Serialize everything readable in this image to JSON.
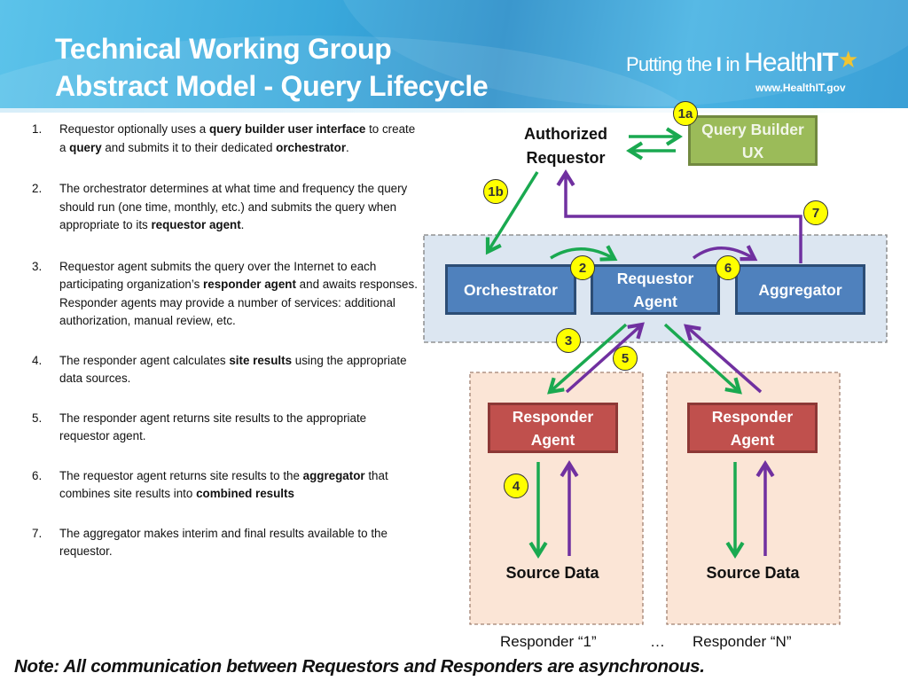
{
  "header": {
    "title_line1": "Technical Working Group",
    "title_line2": "Abstract Model - Query Lifecycle",
    "logo": {
      "putting": "Putting the ",
      "i": "I",
      "in": " in ",
      "health": "Health",
      "it": "IT",
      "star_icon": "★",
      "url": "www.HealthIT.gov"
    }
  },
  "steps": [
    {
      "num": "1.",
      "parts": [
        {
          "t": "Requestor optionally uses a "
        },
        {
          "t": "query builder user interface",
          "b": true
        },
        {
          "t": " to create a "
        },
        {
          "t": "query",
          "b": true
        },
        {
          "t": " and submits it to their dedicated "
        },
        {
          "t": "orchestrator",
          "b": true
        },
        {
          "t": "."
        }
      ]
    },
    {
      "num": "2.",
      "parts": [
        {
          "t": "The orchestrator determines at what time and frequency the query should run (one time, monthly, etc.) and submits the query when appropriate to its "
        },
        {
          "t": "requestor agent",
          "b": true
        },
        {
          "t": "."
        }
      ]
    },
    {
      "num": "3.",
      "parts": [
        {
          "t": "Requestor agent submits the query over the Internet to each participating organization’s "
        },
        {
          "t": "responder agent",
          "b": true
        },
        {
          "t": " and awaits responses. Responder agents may provide a number of services: additional authorization, manual review, etc."
        }
      ]
    },
    {
      "num": "4.",
      "parts": [
        {
          "t": "The responder agent calculates "
        },
        {
          "t": "site results",
          "b": true
        },
        {
          "t": " using the appropriate data sources."
        }
      ]
    },
    {
      "num": "5.",
      "parts": [
        {
          "t": "The responder agent returns site results to the appropriate requestor agent."
        }
      ]
    },
    {
      "num": "6.",
      "parts": [
        {
          "t": "The requestor agent returns site results to the "
        },
        {
          "t": "aggregator",
          "b": true
        },
        {
          "t": " that combines site results into "
        },
        {
          "t": "combined results",
          "b": true
        }
      ]
    },
    {
      "num": "7.",
      "parts": [
        {
          "t": "The aggregator makes interim and final results available to the requestor."
        }
      ]
    }
  ],
  "diagram": {
    "authorized_requestor": "Authorized Requestor",
    "query_builder": "Query Builder UX",
    "orchestrator": "Orchestrator",
    "requestor_agent": "Requestor Agent",
    "aggregator": "Aggregator",
    "responder_agent_1": "Responder Agent",
    "responder_agent_n": "Responder Agent",
    "source_data_1": "Source Data",
    "source_data_n": "Source Data",
    "responder_1_label": "Responder “1”",
    "ellipsis": "…",
    "responder_n_label": "Responder “N”",
    "badges": {
      "b1a": "1a",
      "b1b": "1b",
      "b2": "2",
      "b3": "3",
      "b4": "4",
      "b5": "5",
      "b6": "6",
      "b7": "7"
    },
    "colors": {
      "request_arrow": "#1aa950",
      "response_arrow": "#7030a0",
      "badge_fill": "#ffff00",
      "requestor_zone": "#dce6f1",
      "responder_zone": "#fbe5d6"
    }
  },
  "note": "Note: All communication between Requestors and Responders are asynchronous."
}
